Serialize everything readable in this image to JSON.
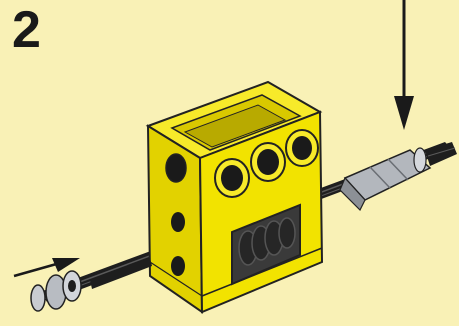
{
  "step": {
    "number": "2"
  },
  "colors": {
    "background": "#f9f1b6",
    "brick_yellow": "#f2e300",
    "brick_shadow": "#c9b800",
    "axle_black": "#1e1e1e",
    "bush_gray": "#b8bcc2",
    "worm_gear": "#262626"
  },
  "parts": [
    {
      "name": "gearbox-housing",
      "color": "yellow"
    },
    {
      "name": "worm-gear",
      "color": "black"
    },
    {
      "name": "axle",
      "color": "black"
    },
    {
      "name": "axle-joiner",
      "color": "gray"
    },
    {
      "name": "bush",
      "color": "gray"
    }
  ],
  "icons": [
    "insert-down-arrow-icon",
    "insert-right-arrow-icon"
  ]
}
